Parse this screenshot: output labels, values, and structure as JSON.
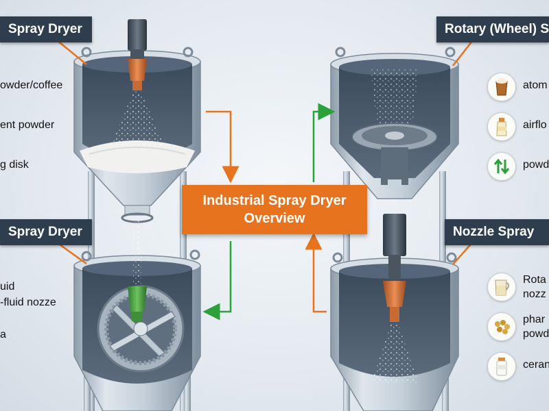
{
  "diagram": {
    "center_title_line1": "Industrial Spray Dryer",
    "center_title_line2": "Overview",
    "panels": {
      "top_left_title": "Spray Dryer",
      "bottom_left_title": "Spray Dryer",
      "top_right_title": "Rotary (Wheel) S",
      "bottom_right_title": "Nozzle Spray"
    },
    "top_left_items": [
      "owder/coffee",
      "ent powder",
      "g disk"
    ],
    "bottom_left_items": [
      "uid",
      "-fluid nozze",
      "a"
    ],
    "top_right_items": [
      {
        "text": "atom",
        "icon": "coffee-cup-icon"
      },
      {
        "text": "airflo",
        "icon": "milk-bottle-icon"
      },
      {
        "text": "powd",
        "icon": "up-down-arrows-icon"
      }
    ],
    "bottom_right_items": [
      {
        "text_line1": "Rota",
        "text_line2": "nozz",
        "icon": "measuring-jug-icon"
      },
      {
        "text_line1": "phar",
        "text_line2": "powd",
        "icon": "granules-icon"
      },
      {
        "text_line1": "ceran",
        "text_line2": "",
        "icon": "powder-jar-icon"
      }
    ],
    "colors": {
      "label_bg": "#2e3e4e",
      "accent_orange": "#e8731f",
      "flow_green": "#2aa13a",
      "vessel_steel": "#b9c6d2"
    }
  }
}
